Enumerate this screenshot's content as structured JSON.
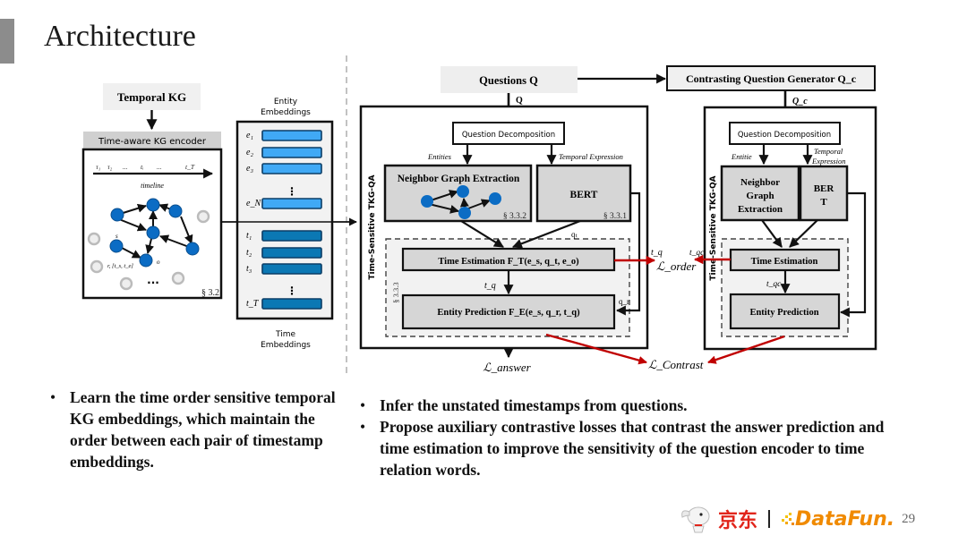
{
  "slide": {
    "title": "Architecture",
    "page_number": "29"
  },
  "left_panel": {
    "temporal_kg_label": "Temporal KG",
    "encoder_label": "Time-aware KG encoder",
    "timeline_ticks": [
      "τ₁",
      "τ₂",
      "...",
      "tᵢ",
      "...",
      "t_T"
    ],
    "timeline_label": "timeline",
    "subject_label": "s",
    "object_label": "o",
    "relation_label": "r, [t_s, t_e]",
    "ellipsis": "···",
    "section_ref": "§ 3.2"
  },
  "embeddings": {
    "entity_title_1": "Entity",
    "entity_title_2": "Embeddings",
    "entity_rows": [
      "e₁",
      "e₂",
      "e₃",
      "e_N"
    ],
    "time_rows": [
      "t₁",
      "t₂",
      "t₃",
      "t_T"
    ],
    "time_title_1": "Time",
    "time_title_2": "Embeddings",
    "dots": "⋮",
    "colors": {
      "entity": "#40a9f5",
      "time": "#0b78b4"
    }
  },
  "main_pipeline": {
    "questions_label": "Questions Q",
    "q_arrow_label": "Q",
    "side_label": "Time-Sensitive TKG-QA",
    "decomposition_label": "Question Decomposition",
    "entities_label": "Entities",
    "temporal_expression_label": "Temporal Expression",
    "neighbor_graph_label": "Neighbor Graph Extraction",
    "neighbor_section": "§ 3.3.2",
    "bert_label": "BERT",
    "bert_section": "§ 3.3.1",
    "qt_label": "qₜ",
    "time_estimation_label": "Time Estimation F_T(e_s, q_t, e_o)",
    "tq_label": "t_q",
    "entity_prediction_label": "Entity Prediction F_E(e_s, q_r, t_q)",
    "qr_label": "q_r",
    "section_333": "§ 3.3.3",
    "answer_loss": "ℒ_answer"
  },
  "contrast_pipeline": {
    "generator_label": "Contrasting Question Generator Q_c",
    "qc_arrow_label": "Q_c",
    "side_label": "Time-Sensitive TKG-QA",
    "decomposition_label": "Question Decomposition",
    "entities_label": "Entitie",
    "temporal_label_1": "Temporal",
    "temporal_label_2": "Expression",
    "neighbor_label_1": "Neighbor",
    "neighbor_label_2": "Graph",
    "neighbor_label_3": "Extraction",
    "bert_label_1": "BER",
    "bert_label_2": "T",
    "time_estimation_label": "Time Estimation",
    "tqc_label": "t_qc",
    "entity_prediction_label": "Entity Prediction"
  },
  "losses": {
    "order_loss": "ℒ_order",
    "contrast_loss": "ℒ_Contrast",
    "tq_left": "t_q",
    "tqc_right": "t_qc",
    "loss_arrow_color": "#c00000"
  },
  "bullets_left": [
    "Learn the time order sensitive temporal KG embeddings, which maintain the order between each pair of timestamp embeddings."
  ],
  "bullets_right": [
    "Infer the unstated timestamps from questions.",
    "Propose auxiliary contrastive losses that contrast the answer prediction and time estimation to improve the sensitivity of the question encoder to time relation words."
  ],
  "footer": {
    "jd_logo_text": "京东",
    "datafun_logo_text": "DataFun.",
    "colors": {
      "jd": "#e1251b",
      "datafun": "#f08a00"
    }
  }
}
